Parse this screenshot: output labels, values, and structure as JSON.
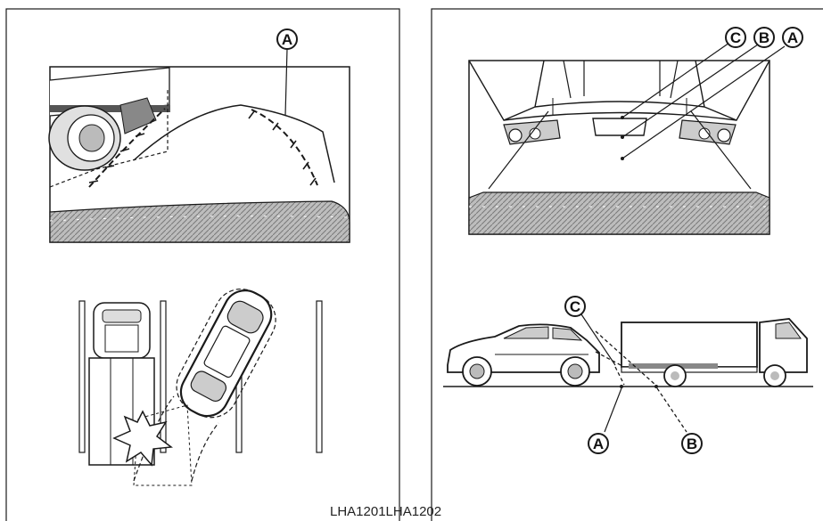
{
  "callouts": {
    "A": "A",
    "B": "B",
    "C": "C"
  },
  "caption": "LHA1201LHA1202",
  "colors": {
    "line": "#1a1a1a",
    "hatch": "#9a9a9a",
    "background": "#ffffff"
  }
}
